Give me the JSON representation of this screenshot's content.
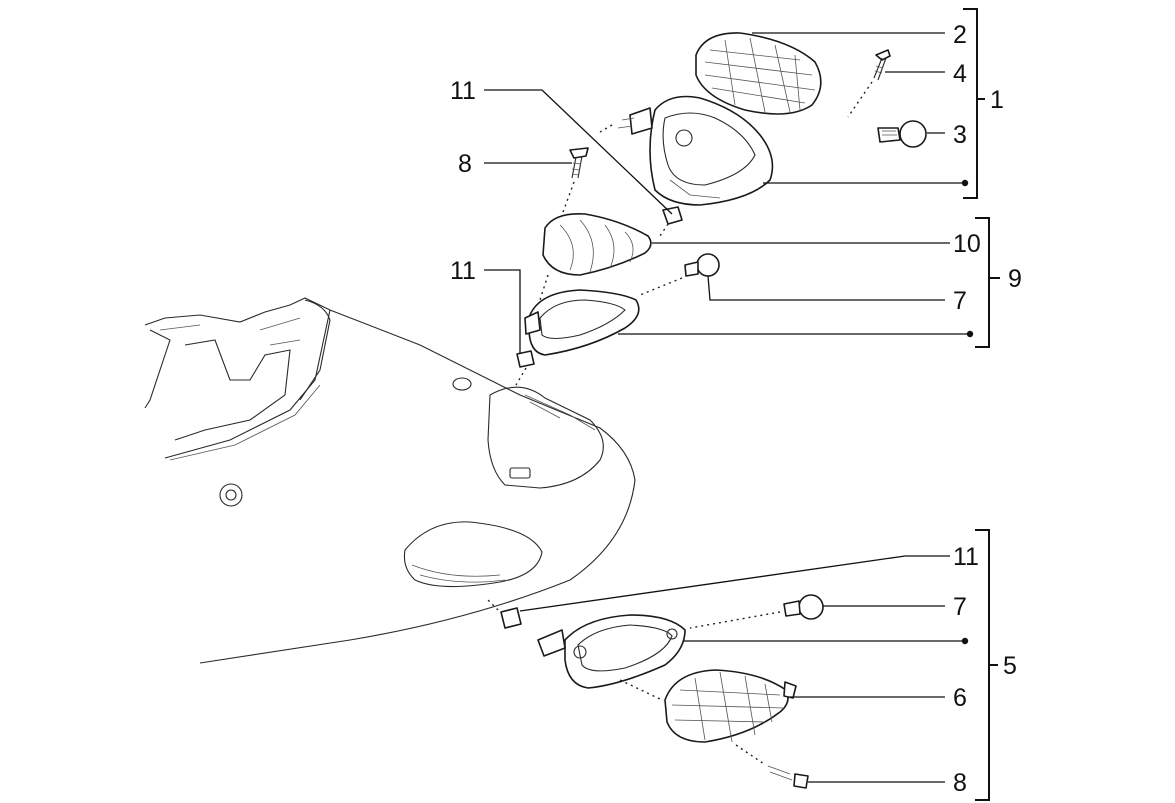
{
  "callouts": {
    "c2": "2",
    "c4": "4",
    "c1": "1",
    "c3": "3",
    "c11a": "11",
    "c8a": "8",
    "c10": "10",
    "c11b": "11",
    "c9": "9",
    "c7a": "7",
    "c11c": "11",
    "c7b": "7",
    "c5": "5",
    "c6": "6",
    "c8b": "8"
  }
}
